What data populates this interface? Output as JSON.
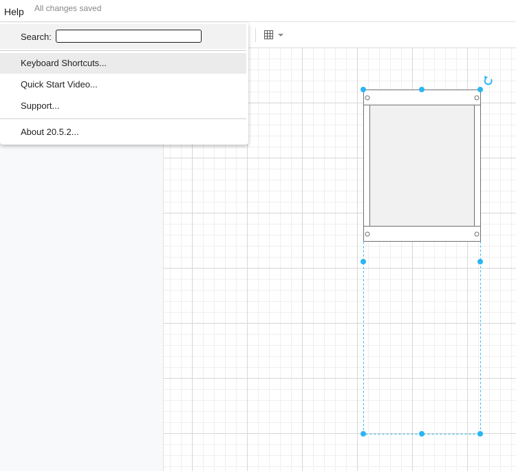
{
  "menubar": {
    "help_label": "Help",
    "save_status": "All changes saved"
  },
  "toolbar": {
    "grid_icon": "table-grid-icon",
    "dropdown_icon": "caret-down-icon"
  },
  "help_menu": {
    "search_label": "Search:",
    "search_value": "",
    "items": [
      {
        "label": "Keyboard Shortcuts...",
        "highlighted": true
      },
      {
        "label": "Quick Start Video..."
      },
      {
        "label": "Support..."
      },
      {
        "label": "About 20.5.2..."
      }
    ]
  },
  "colors": {
    "selection": "#29b6f2",
    "shape_fill": "#f1f1f1",
    "shape_stroke": "#707070",
    "menu_highlight": "#ebebeb"
  }
}
